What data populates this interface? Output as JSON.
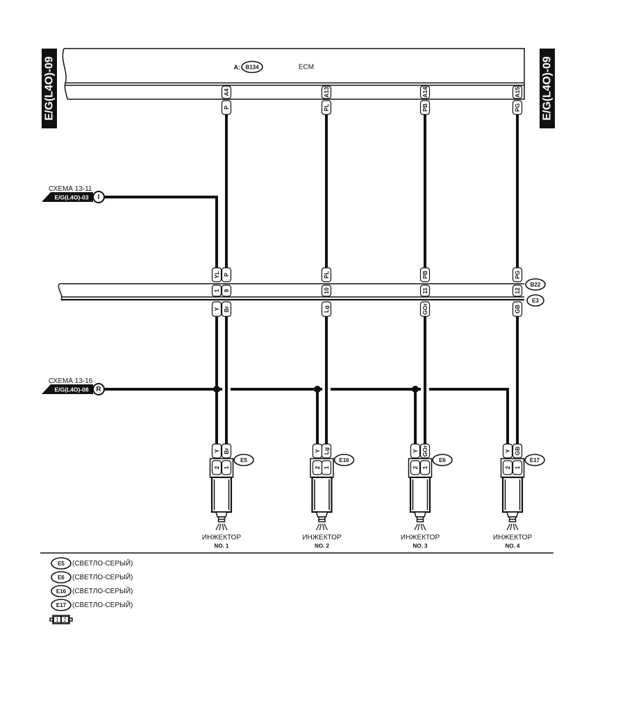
{
  "colors": {
    "ink": "#111111",
    "paper": "#ffffff"
  },
  "side_labels": {
    "left": "E/G(L4O)-09",
    "right": "E/G(L4O)-09"
  },
  "ecm": {
    "connector_prefix": "A:",
    "connector_id": "B134",
    "name": "ECM",
    "pins": [
      {
        "terminal": "A4",
        "wire": "P"
      },
      {
        "terminal": "A13",
        "wire": "PL"
      },
      {
        "terminal": "A14",
        "wire": "PB"
      },
      {
        "terminal": "A15",
        "wire": "PG"
      }
    ]
  },
  "references": [
    {
      "scheme": "СХЕМА 13-11",
      "page": "E/G(L4O)-03",
      "marker": "I"
    },
    {
      "scheme": "СХЕМА 13-16",
      "page": "E/G(L4O)-08",
      "marker": "R"
    }
  ],
  "joint_connector": {
    "upper_id": "B22",
    "lower_id": "E3",
    "pins": [
      {
        "upper_wire": "YL",
        "number": "1",
        "lower_wire": "Y"
      },
      {
        "upper_wire": "P",
        "number": "9",
        "lower_wire": "Br"
      },
      {
        "upper_wire": "PL",
        "number": "10",
        "lower_wire": "Lg"
      },
      {
        "upper_wire": "PB",
        "number": "11",
        "lower_wire": "GOr"
      },
      {
        "upper_wire": "PG",
        "number": "12",
        "lower_wire": "GB"
      }
    ]
  },
  "injectors": [
    {
      "connector": "E5",
      "label": "ИНЖЕКТОР",
      "number": "NO. 1",
      "pins": [
        {
          "wire": "Y",
          "number": "2"
        },
        {
          "wire": "Br",
          "number": "1"
        }
      ]
    },
    {
      "connector": "E16",
      "label": "ИНЖЕКТОР",
      "number": "NO. 2",
      "pins": [
        {
          "wire": "Y",
          "number": "2"
        },
        {
          "wire": "Lg",
          "number": "1"
        }
      ]
    },
    {
      "connector": "E6",
      "label": "ИНЖЕКТОР",
      "number": "NO. 3",
      "pins": [
        {
          "wire": "Y",
          "number": "2"
        },
        {
          "wire": "GOr",
          "number": "1"
        }
      ]
    },
    {
      "connector": "E17",
      "label": "ИНЖЕКТОР",
      "number": "NO. 4",
      "pins": [
        {
          "wire": "Y",
          "number": "2"
        },
        {
          "wire": "GB",
          "number": "1"
        }
      ]
    }
  ],
  "legend": {
    "items": [
      {
        "connector": "E5",
        "text": "(СВЕТЛО-СЕРЫЙ)"
      },
      {
        "connector": "E6",
        "text": "(СВЕТЛО-СЕРЫЙ)"
      },
      {
        "connector": "E16",
        "text": "(СВЕТЛО-СЕРЫЙ)"
      },
      {
        "connector": "E17",
        "text": "(СВЕТЛО-СЕРЫЙ)"
      }
    ],
    "connector_pins": [
      "1",
      "2"
    ]
  }
}
